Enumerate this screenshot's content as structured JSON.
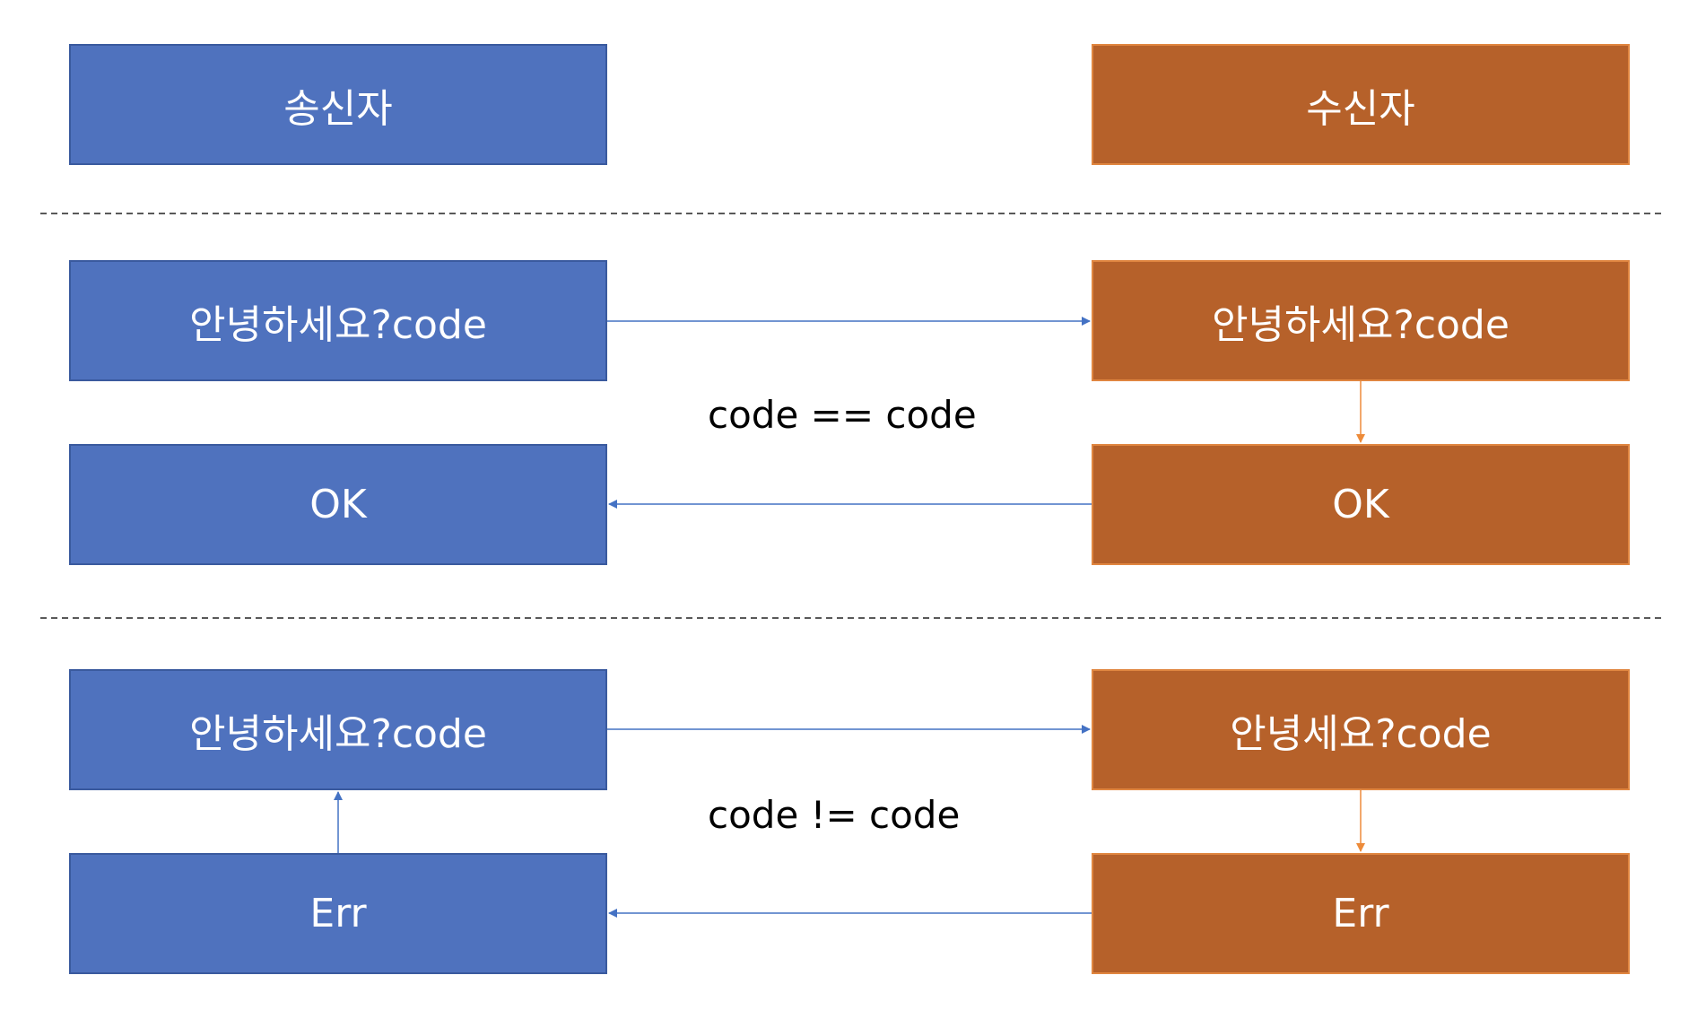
{
  "colors": {
    "sender_fill": "#4f72be",
    "receiver_fill": "#b6612a",
    "sender_arrow": "#4472c4",
    "receiver_arrow": "#ed8b3a"
  },
  "header": {
    "sender_label": "송신자",
    "receiver_label": "수신자"
  },
  "success_case": {
    "sender_message": "안녕하세요?code",
    "receiver_message": "안녕하세요?code",
    "condition": "code == code",
    "receiver_reply": "OK",
    "sender_reply": "OK"
  },
  "failure_case": {
    "sender_message": "안녕하세요?code",
    "receiver_message": "안녕세요?code",
    "condition": "code != code",
    "receiver_reply": "Err",
    "sender_reply": "Err"
  }
}
